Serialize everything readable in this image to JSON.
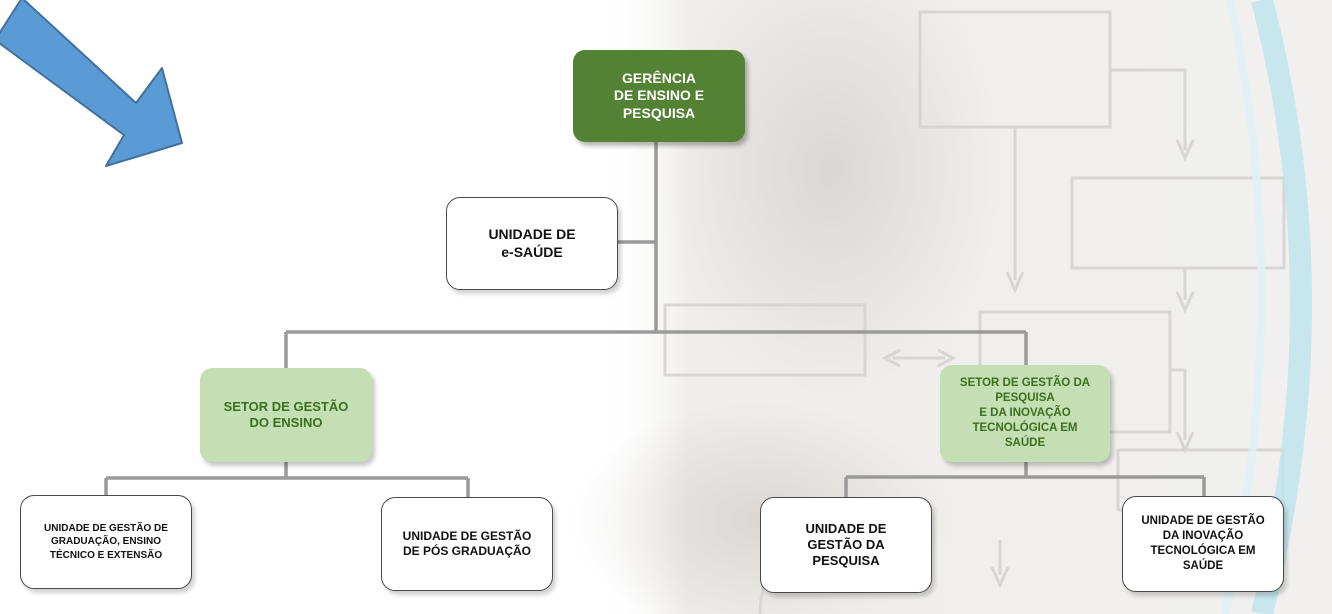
{
  "org_chart": {
    "root": {
      "label": "GERÊNCIA\nDE ENSINO E\nPESQUISA"
    },
    "esaude": {
      "label": "UNIDADE DE\ne-SAÚDE"
    },
    "setor_ensino": {
      "label": "SETOR DE GESTÃO\nDO ENSINO"
    },
    "setor_pesquisa": {
      "label": "SETOR DE GESTÃO DA\nPESQUISA\nE DA INOVAÇÃO\nTECNOLÓGICA EM\nSAÚDE"
    },
    "unidade_graduacao": {
      "label": "UNIDADE DE GESTÃO DE\nGRADUAÇÃO, ENSINO\nTÉCNICO E EXTENSÃO"
    },
    "unidade_pos": {
      "label": "UNIDADE DE GESTÃO\nDE PÓS GRADUAÇÃO"
    },
    "unidade_pesquisa": {
      "label": "UNIDADE DE\nGESTÃO DA\nPESQUISA"
    },
    "unidade_inovacao": {
      "label": "UNIDADE DE GESTÃO\nDA INOVAÇÃO\nTECNOLÓGICA EM\nSAÚDE"
    }
  },
  "colors": {
    "dark_green": "#548235",
    "light_green": "#c5dfb4",
    "light_green_text": "#3b6f1e",
    "connector": "#9a9a9a",
    "arrow_blue": "#5b9bd5",
    "arrow_outline": "#41719c",
    "teal_accent": "#bfe4ec"
  },
  "decorations": {
    "pointer_arrow_icon": "blue-diagonal-arrow",
    "background": "faded-flowchart-watermark"
  }
}
